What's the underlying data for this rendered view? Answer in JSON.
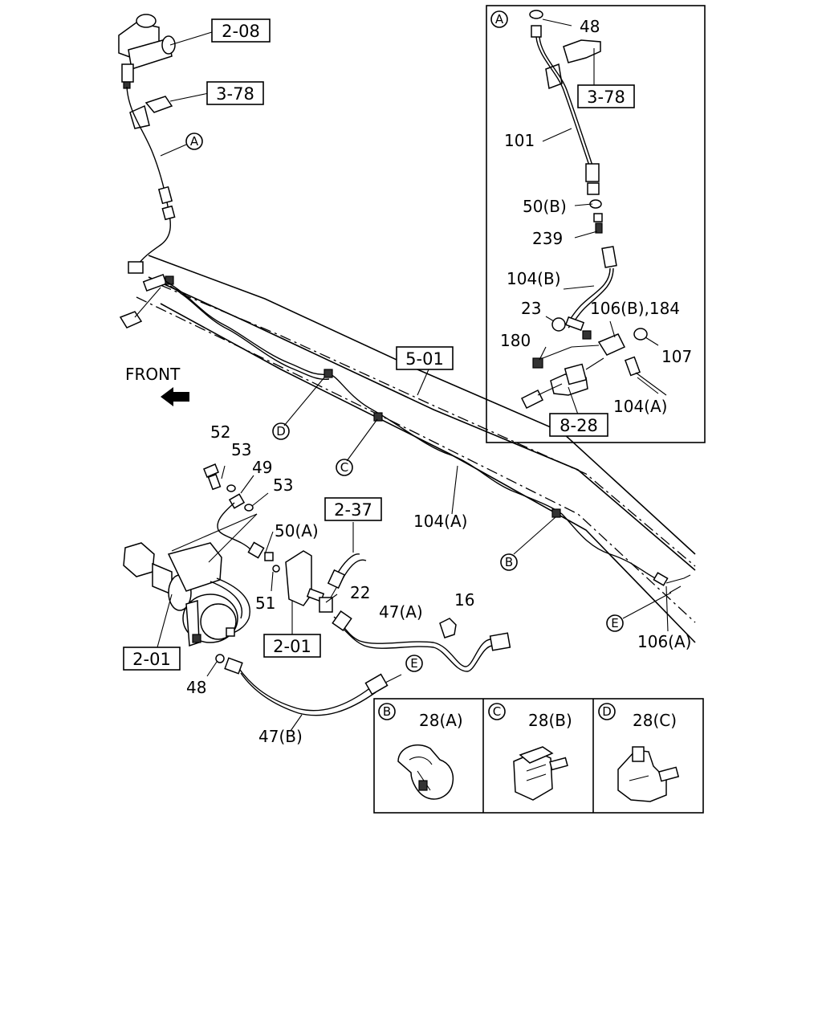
{
  "front_label": "FRONT",
  "ref_boxes": {
    "r208": "2-08",
    "r378a": "3-78",
    "r378b": "3-78",
    "r501": "5-01",
    "r237": "2-37",
    "r201a": "2-01",
    "r201b": "2-01",
    "r828": "8-28"
  },
  "callouts": {
    "a_main": "A",
    "d_main": "D",
    "c_main": "C",
    "b_main": "B",
    "e_main": "E",
    "e_lower": "E",
    "a_inset": "A",
    "b_inset": "B",
    "c_inset": "C",
    "d_inset": "D"
  },
  "labels": {
    "p48_top": "48",
    "p101": "101",
    "p50b": "50(B)",
    "p239": "239",
    "p104b": "104(B)",
    "p23": "23",
    "p106b184": "106(B),184",
    "p180": "180",
    "p107": "107",
    "p104a_inset": "104(A)",
    "p52": "52",
    "p53a": "53",
    "p49": "49",
    "p53b": "53",
    "p50a": "50(A)",
    "p51": "51",
    "p22": "22",
    "p16": "16",
    "p47a": "47(A)",
    "p104a_main": "104(A)",
    "p106a": "106(A)",
    "p48_bottom": "48",
    "p47b": "47(B)",
    "p28a": "28(A)",
    "p28b": "28(B)",
    "p28c": "28(C)"
  }
}
